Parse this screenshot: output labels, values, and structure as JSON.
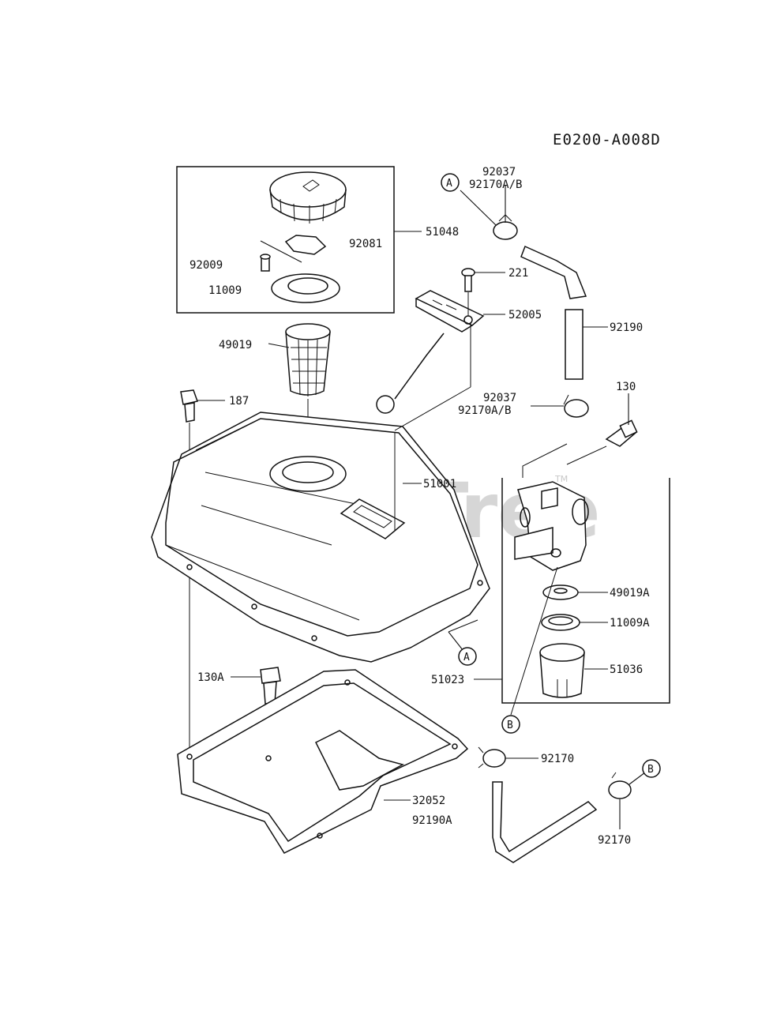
{
  "diagram_code": "E0200-A008D",
  "watermark": "PartsTree",
  "watermark_tm": "TM",
  "refs": {
    "a": "A",
    "b": "B"
  },
  "labels": {
    "p92037_top": "92037",
    "p92170ab_top": "92170A/B",
    "p51048": "51048",
    "p92081": "92081",
    "p92009": "92009",
    "p11009": "11009",
    "p221": "221",
    "p52005": "52005",
    "p92190": "92190",
    "p49019": "49019",
    "p187": "187",
    "p92037_mid": "92037",
    "p92170ab_mid": "92170A/B",
    "p130": "130",
    "p51001": "51001",
    "p49019a": "49019A",
    "p11009a": "11009A",
    "p51036": "51036",
    "p51023": "51023",
    "p130a": "130A",
    "p92170_a": "92170",
    "p32052": "32052",
    "p92190a": "92190A",
    "p92170_b": "92170"
  }
}
